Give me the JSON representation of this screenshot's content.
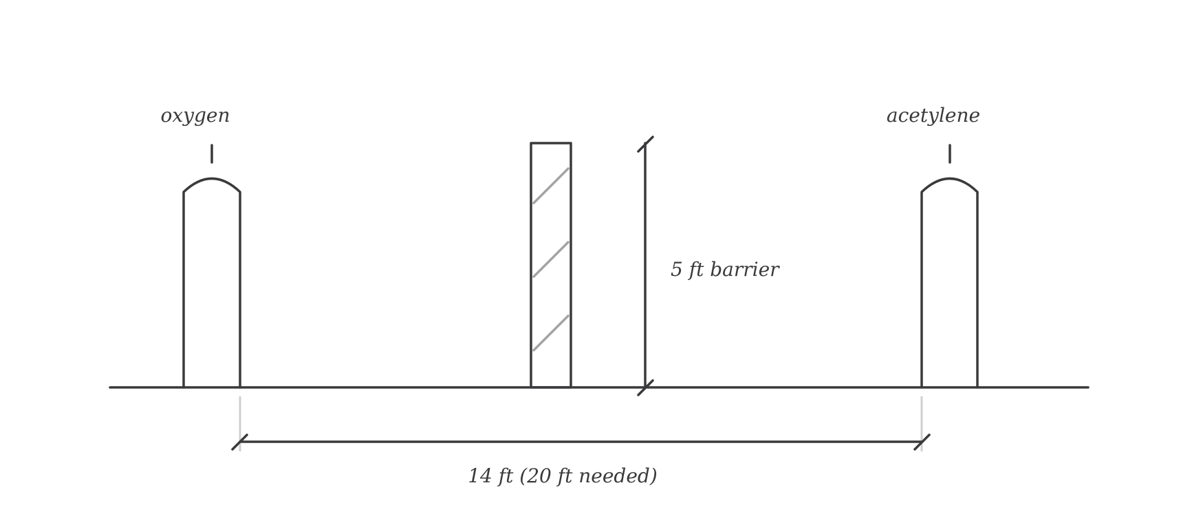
{
  "cylinders": [
    {
      "label": "oxygen"
    },
    {
      "label": "acetylene"
    }
  ],
  "barrier": {
    "label": "5 ft barrier"
  },
  "separation": {
    "label": "14 ft (20 ft needed)"
  }
}
